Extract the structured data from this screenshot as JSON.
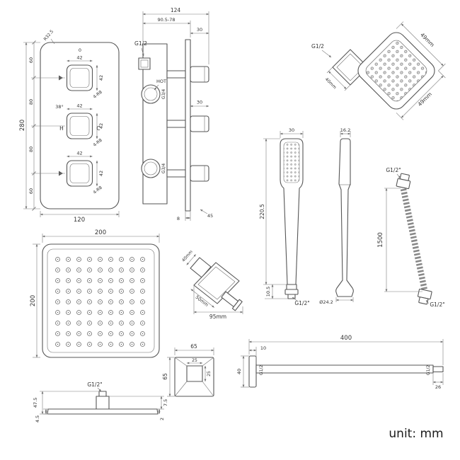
{
  "unit_label": "unit: mm",
  "valve_front": {
    "corner_radius": "R32.5",
    "zero_mark": "0",
    "temp": "38°",
    "hot": "H",
    "cold": "C",
    "knobs": [
      {
        "w": "42",
        "h": "42",
        "fillet": "4-R8"
      },
      {
        "w": "42",
        "h": "42",
        "fillet": "4-R8"
      },
      {
        "w": "42",
        "h": "42",
        "fillet": "4-R8"
      }
    ],
    "seg_top": "60",
    "seg_upper": "80",
    "seg_lower": "80",
    "seg_bottom": "60",
    "overall_height": "280",
    "width": "120"
  },
  "valve_side": {
    "overall_depth": "124",
    "body_depth": "90.5-78",
    "top_thread": "G1/2",
    "hot_label": "HOT",
    "handle_depth_1": "30",
    "handle_depth_2": "30",
    "plate_thickness": "8",
    "angle": "45",
    "inlet_top": "G3/4",
    "inlet_bottom": "G3/4"
  },
  "corner_head": {
    "thread": "G1/2",
    "mount_width": "40mm",
    "edge_width": "49mm",
    "edge_height": "49mm"
  },
  "hand_shower": {
    "head_width": "30",
    "length": "220.5",
    "connector_length": "10.5",
    "thread": "G1/2\"",
    "side_width": "16.2",
    "bell_diameter": "Ø24.2"
  },
  "hose": {
    "top_thread": "G1/2\"",
    "length": "1500",
    "bottom_thread": "G1/2\""
  },
  "big_head": {
    "width": "200",
    "height": "200",
    "thread": "G1/2\"",
    "overall_thickness": "47.5",
    "edge_thickness": "4.5",
    "tip_thickness": "2",
    "hub_height": "7.5"
  },
  "elbow": {
    "mount_width": "40mm",
    "edge_length": "50mm",
    "overall_width": "95mm"
  },
  "wall_flange": {
    "width": "65",
    "height": "65",
    "inner_width": "25",
    "inner_height": "25"
  },
  "arm": {
    "length": "400",
    "flange_height": "40",
    "flange_thickness": "10",
    "wall_thread": "G1/2",
    "tip_thread": "G1/2",
    "tip_length": "26"
  }
}
